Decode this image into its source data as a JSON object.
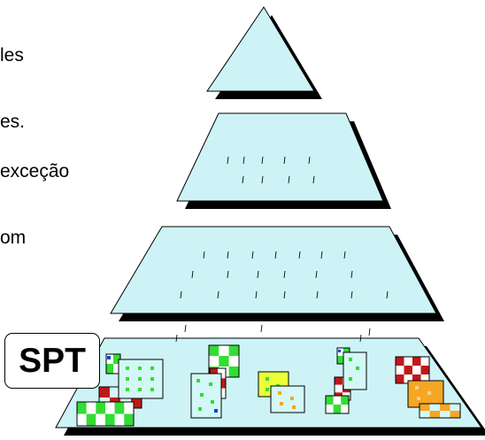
{
  "text_fragments": [
    {
      "id": "frag1",
      "lines": [
        "les",
        "es."
      ]
    },
    {
      "id": "frag2",
      "lines": [
        "exceção",
        "om"
      ]
    }
  ],
  "label": {
    "text": "SPT"
  },
  "colors": {
    "layer_fill": "#cdf3f6",
    "shadow": "#000000",
    "stroke": "#000000",
    "tile_fill": "#d4f7f7",
    "green": "#33dd33",
    "dark_green": "#1aa34a",
    "red": "#c01818",
    "yellow_green": "#eaff37",
    "orange": "#f5a623",
    "blue": "#0044dd"
  },
  "diagram": {
    "layers": [
      "top-level",
      "upper-level",
      "middle-level",
      "base-level"
    ],
    "tile_groups": [
      {
        "name": "group-1",
        "colors": [
          "green",
          "red",
          "dark_green",
          "blue"
        ]
      },
      {
        "name": "group-2",
        "colors": [
          "green",
          "red",
          "blue"
        ]
      },
      {
        "name": "group-3",
        "colors": [
          "yellow_green",
          "orange"
        ]
      },
      {
        "name": "group-4",
        "colors": [
          "green",
          "red",
          "blue"
        ]
      },
      {
        "name": "group-5",
        "colors": [
          "red",
          "orange"
        ]
      }
    ]
  }
}
